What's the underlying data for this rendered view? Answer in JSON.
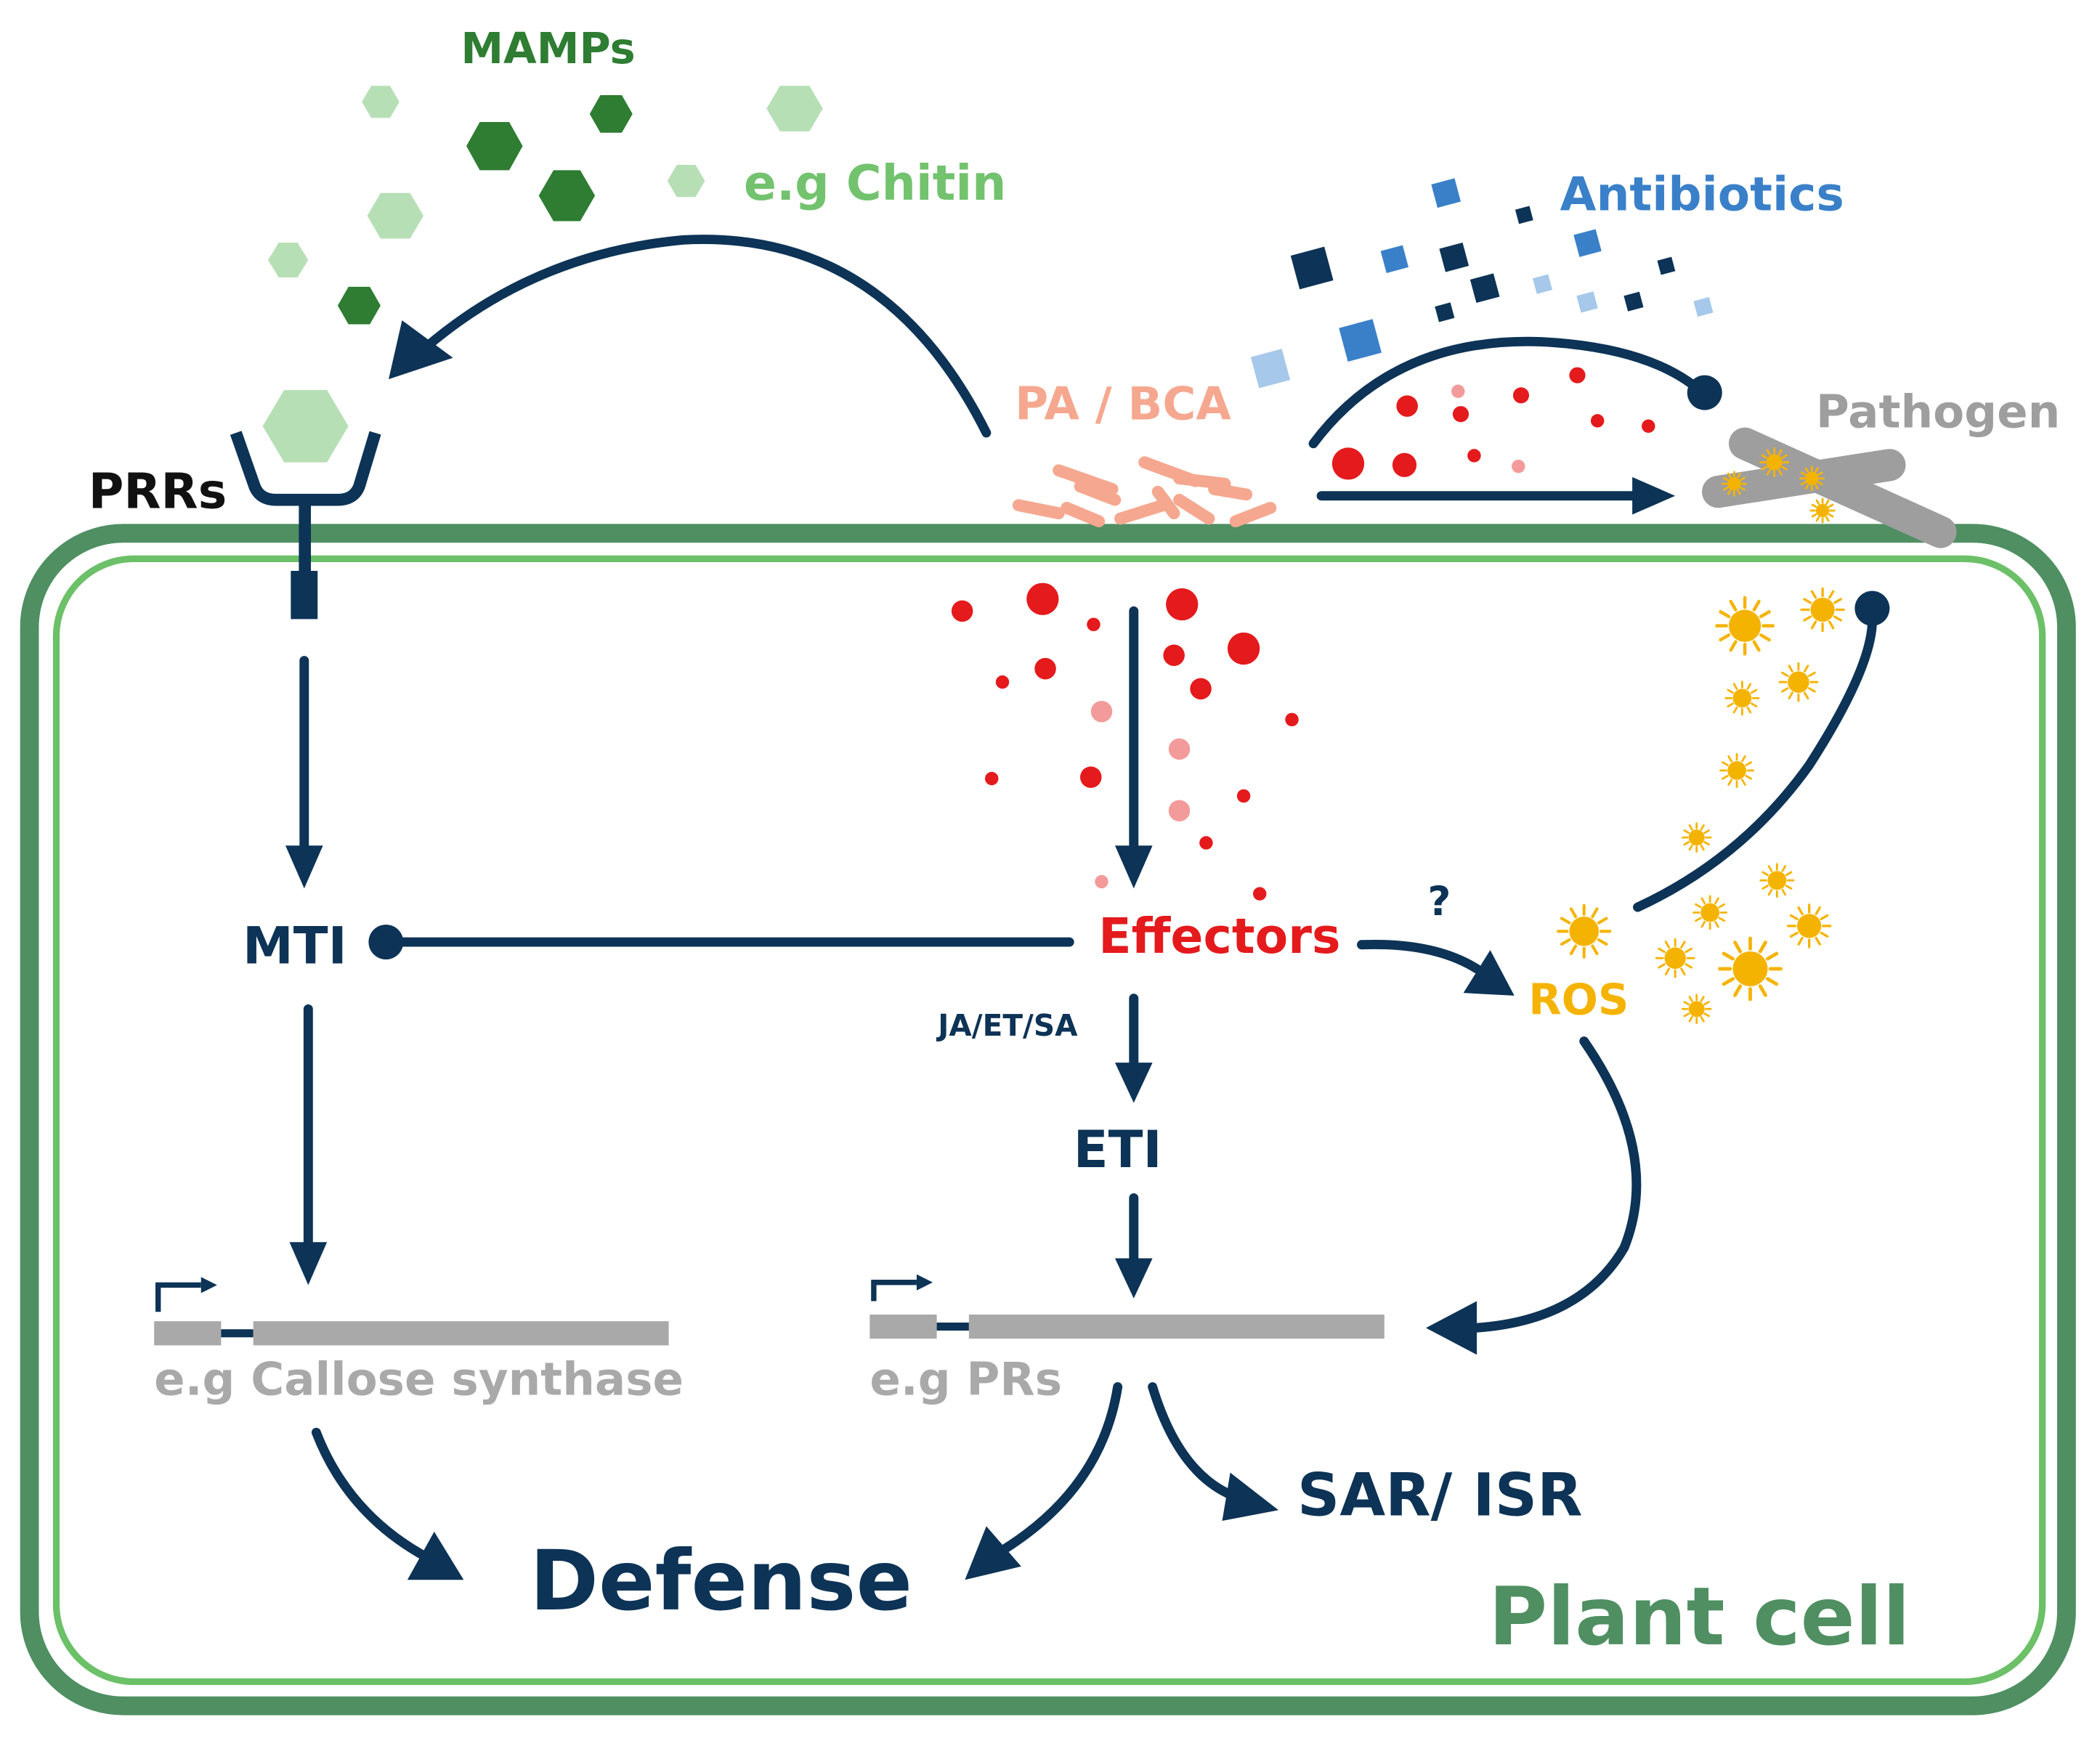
{
  "labels": {
    "mamps": "MAMPs",
    "chitin": "e.g Chitin",
    "antibiotics": "Antibiotics",
    "pa_bca": "PA / BCA",
    "pathogen": "Pathogen",
    "prrs": "PRRs",
    "mti": "MTI",
    "effectors": "Effectors",
    "question": "?",
    "ros": "ROS",
    "ja_et_sa": "JA/ET/SA",
    "eti": "ETI",
    "callose": "e.g Callose synthase",
    "prs": "e.g PRs",
    "sar_isr": "SAR/ ISR",
    "defense": "Defense",
    "plant_cell": "Plant cell"
  },
  "colors": {
    "navy": "#0d3356",
    "cell_outer": "#4f8f62",
    "cell_inner": "#6cc068",
    "mamp_dark": "#2e7d32",
    "mamp_light": "#b7dfb6",
    "chitin": "#72c26e",
    "antibiotic": "#3a80c9",
    "pa_bca": "#f5a88f",
    "effector_red": "#e41a1c",
    "effector_pink": "#f39b9b",
    "ros_yellow": "#f5b301",
    "gene_grey": "#a9a9a9",
    "pathogen_grey": "#9e9e9e"
  }
}
